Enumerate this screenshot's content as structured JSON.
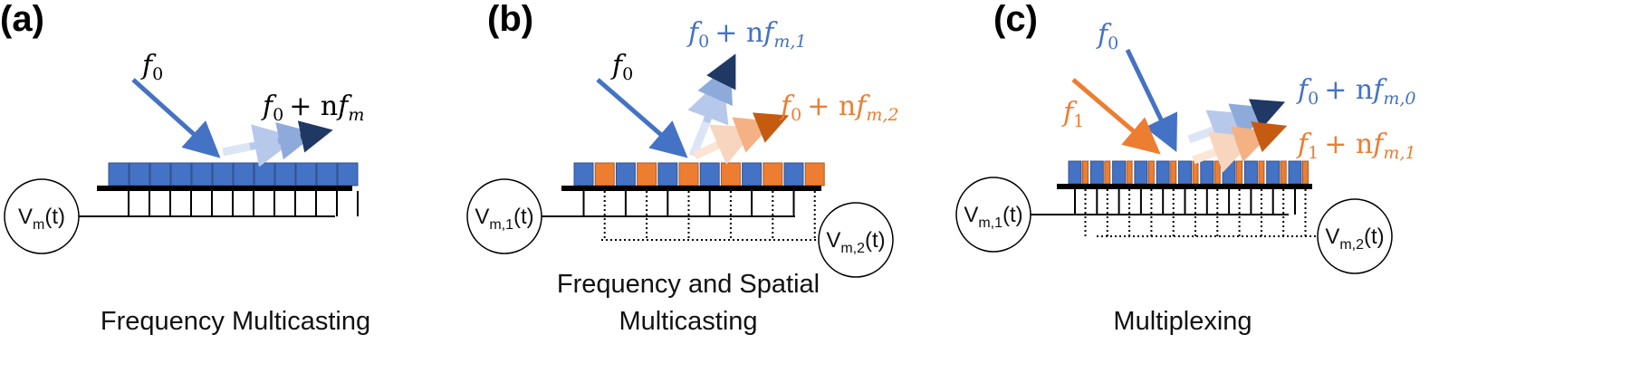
{
  "colors": {
    "blue": "#4472c4",
    "orange": "#ed7d31",
    "dark_blue": "#1f3864",
    "black": "#000000"
  },
  "panels": [
    {
      "label": "(a)",
      "caption_lines": [
        "Frequency Multicasting"
      ],
      "input_beam": {
        "name": "f",
        "sub": "0"
      },
      "output_beam": {
        "base": "f",
        "base_sub": "0",
        "op": "+ n",
        "mod": "f",
        "mod_sub": "m"
      },
      "voltage": {
        "main": "V",
        "sub": "m",
        "arg": "(t)"
      }
    },
    {
      "label": "(b)",
      "caption_lines": [
        "Frequency and Spatial",
        "Multicasting"
      ],
      "input_beam": {
        "name": "f",
        "sub": "0"
      },
      "output_beam_1": {
        "base": "f",
        "base_sub": "0",
        "op": "+ n",
        "mod": "f",
        "mod_sub": "m,1"
      },
      "output_beam_2": {
        "base": "f",
        "base_sub": "0",
        "op": "+ n",
        "mod": "f",
        "mod_sub": "m,2"
      },
      "voltage_1": {
        "main": "V",
        "sub": "m,1",
        "arg": "(t)"
      },
      "voltage_2": {
        "main": "V",
        "sub": "m,2",
        "arg": "(t)"
      }
    },
    {
      "label": "(c)",
      "caption_lines": [
        "Multiplexing"
      ],
      "input_beam_0": {
        "name": "f",
        "sub": "0"
      },
      "input_beam_1": {
        "name": "f",
        "sub": "1"
      },
      "output_beam_0": {
        "base": "f",
        "base_sub": "0",
        "op": "+ n",
        "mod": "f",
        "mod_sub": "m,0"
      },
      "output_beam_1": {
        "base": "f",
        "base_sub": "1",
        "op": "+ n",
        "mod": "f",
        "mod_sub": "m,1"
      },
      "voltage_1": {
        "main": "V",
        "sub": "m,1",
        "arg": "(t)"
      },
      "voltage_2": {
        "main": "V",
        "sub": "m,2",
        "arg": "(t)"
      }
    }
  ]
}
